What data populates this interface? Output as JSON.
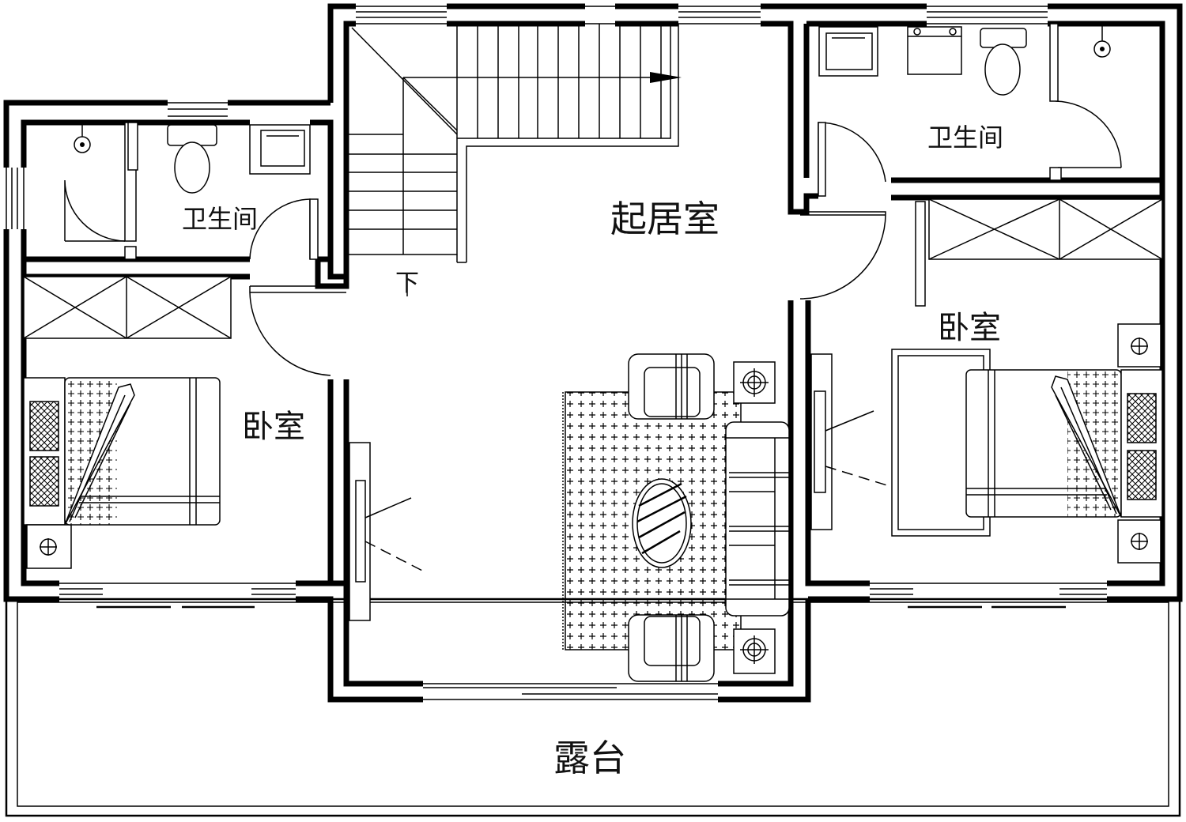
{
  "rooms": {
    "bathroom_left": "卫生间",
    "bathroom_right": "卫生间",
    "living_room": "起居室",
    "bedroom_left": "卧室",
    "bedroom_right": "卧室",
    "terrace": "露台",
    "stair_down": "下"
  }
}
